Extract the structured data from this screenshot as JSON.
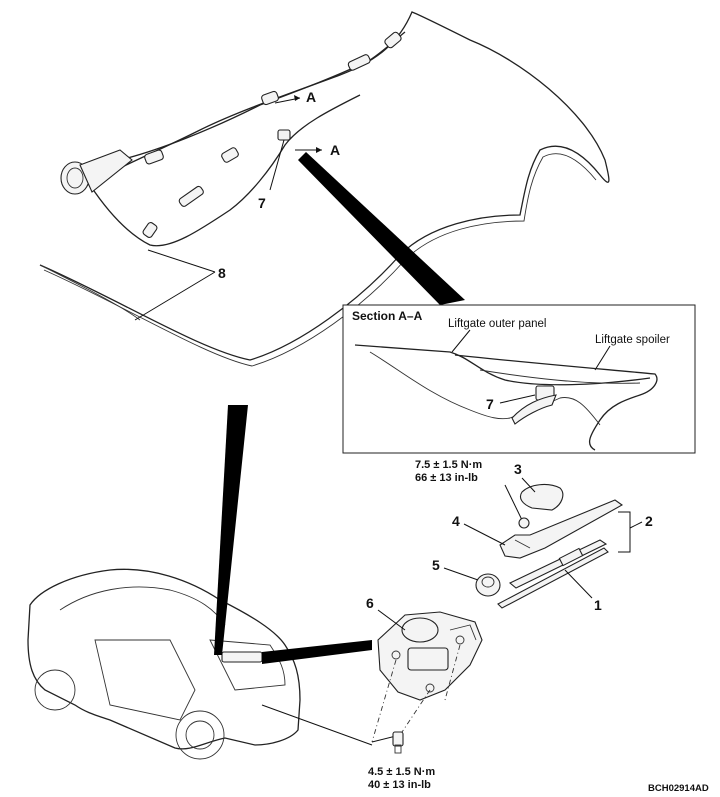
{
  "callouts": {
    "c1": "1",
    "c2": "2",
    "c3": "3",
    "c4": "4",
    "c5": "5",
    "c6": "6",
    "c7_top": "7",
    "c7_section": "7",
    "c8": "8"
  },
  "section_arrows": {
    "a_upper": "A",
    "a_lower": "A"
  },
  "section_view": {
    "title": "Section A–A",
    "outer_panel_label": "Liftgate outer panel",
    "spoiler_label": "Liftgate spoiler"
  },
  "torque_top": {
    "metric": "7.5 ± 1.5 N·m",
    "imperial": "66 ± 13 in-lb"
  },
  "torque_bottom": {
    "metric": "4.5 ± 1.5 N·m",
    "imperial": "40 ± 13 in-lb"
  },
  "figure_code": "BCH02914AD"
}
